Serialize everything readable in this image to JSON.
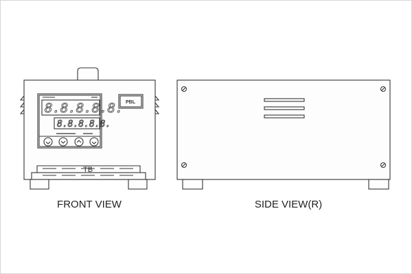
{
  "front_view": {
    "label": "FRONT VIEW",
    "display_main": "8.8.8.8.8.",
    "display_sub": "8.8.8.8.8.",
    "pbl_label": "PBL",
    "tb_label": "TB"
  },
  "side_view": {
    "label": "SIDE VIEW(R)"
  }
}
